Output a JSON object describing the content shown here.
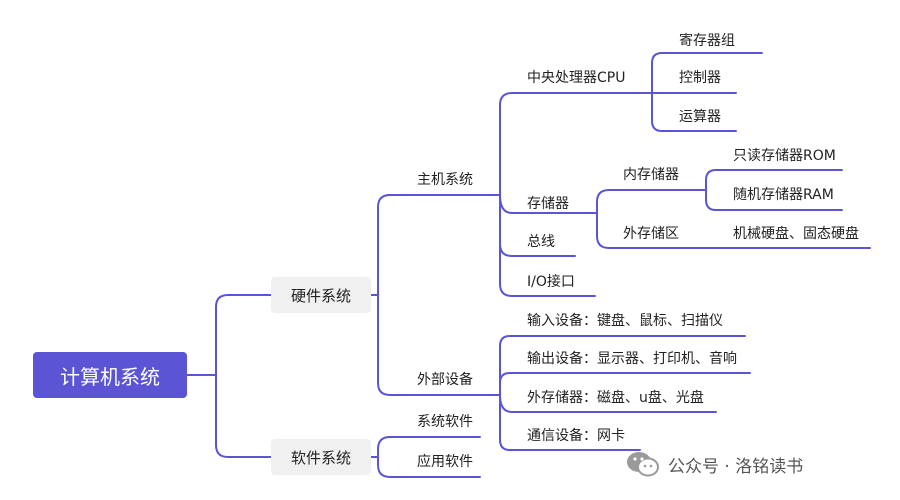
{
  "root": "计算机系统",
  "level1": {
    "hardware": "硬件系统",
    "software": "软件系统"
  },
  "hardware": {
    "host": "主机系统",
    "peripheral": "外部设备"
  },
  "host": {
    "cpu": "中央处理器CPU",
    "storage": "存储器",
    "bus": "总线",
    "io": "I/O接口"
  },
  "cpu": [
    "寄存器组",
    "控制器",
    "运算器"
  ],
  "storage": {
    "internal": "内存储器",
    "external": "外存储区"
  },
  "internal": [
    "只读存储器ROM",
    "随机存储器RAM"
  ],
  "external": [
    "机械硬盘、固态硬盘"
  ],
  "peripheral": [
    "输入设备：键盘、鼠标、扫描仪",
    "输出设备：显示器、打印机、音响",
    "外存储器：磁盘、u盘、光盘",
    "通信设备：网卡"
  ],
  "software": [
    "系统软件",
    "应用软件"
  ],
  "watermark": {
    "text": "公众号 · 洛铭读书",
    "icon": "wechat-icon"
  },
  "colors": {
    "line": "#5b55d6",
    "root_bg": "#5b55d6",
    "pill_bg": "#f0f0f0"
  }
}
